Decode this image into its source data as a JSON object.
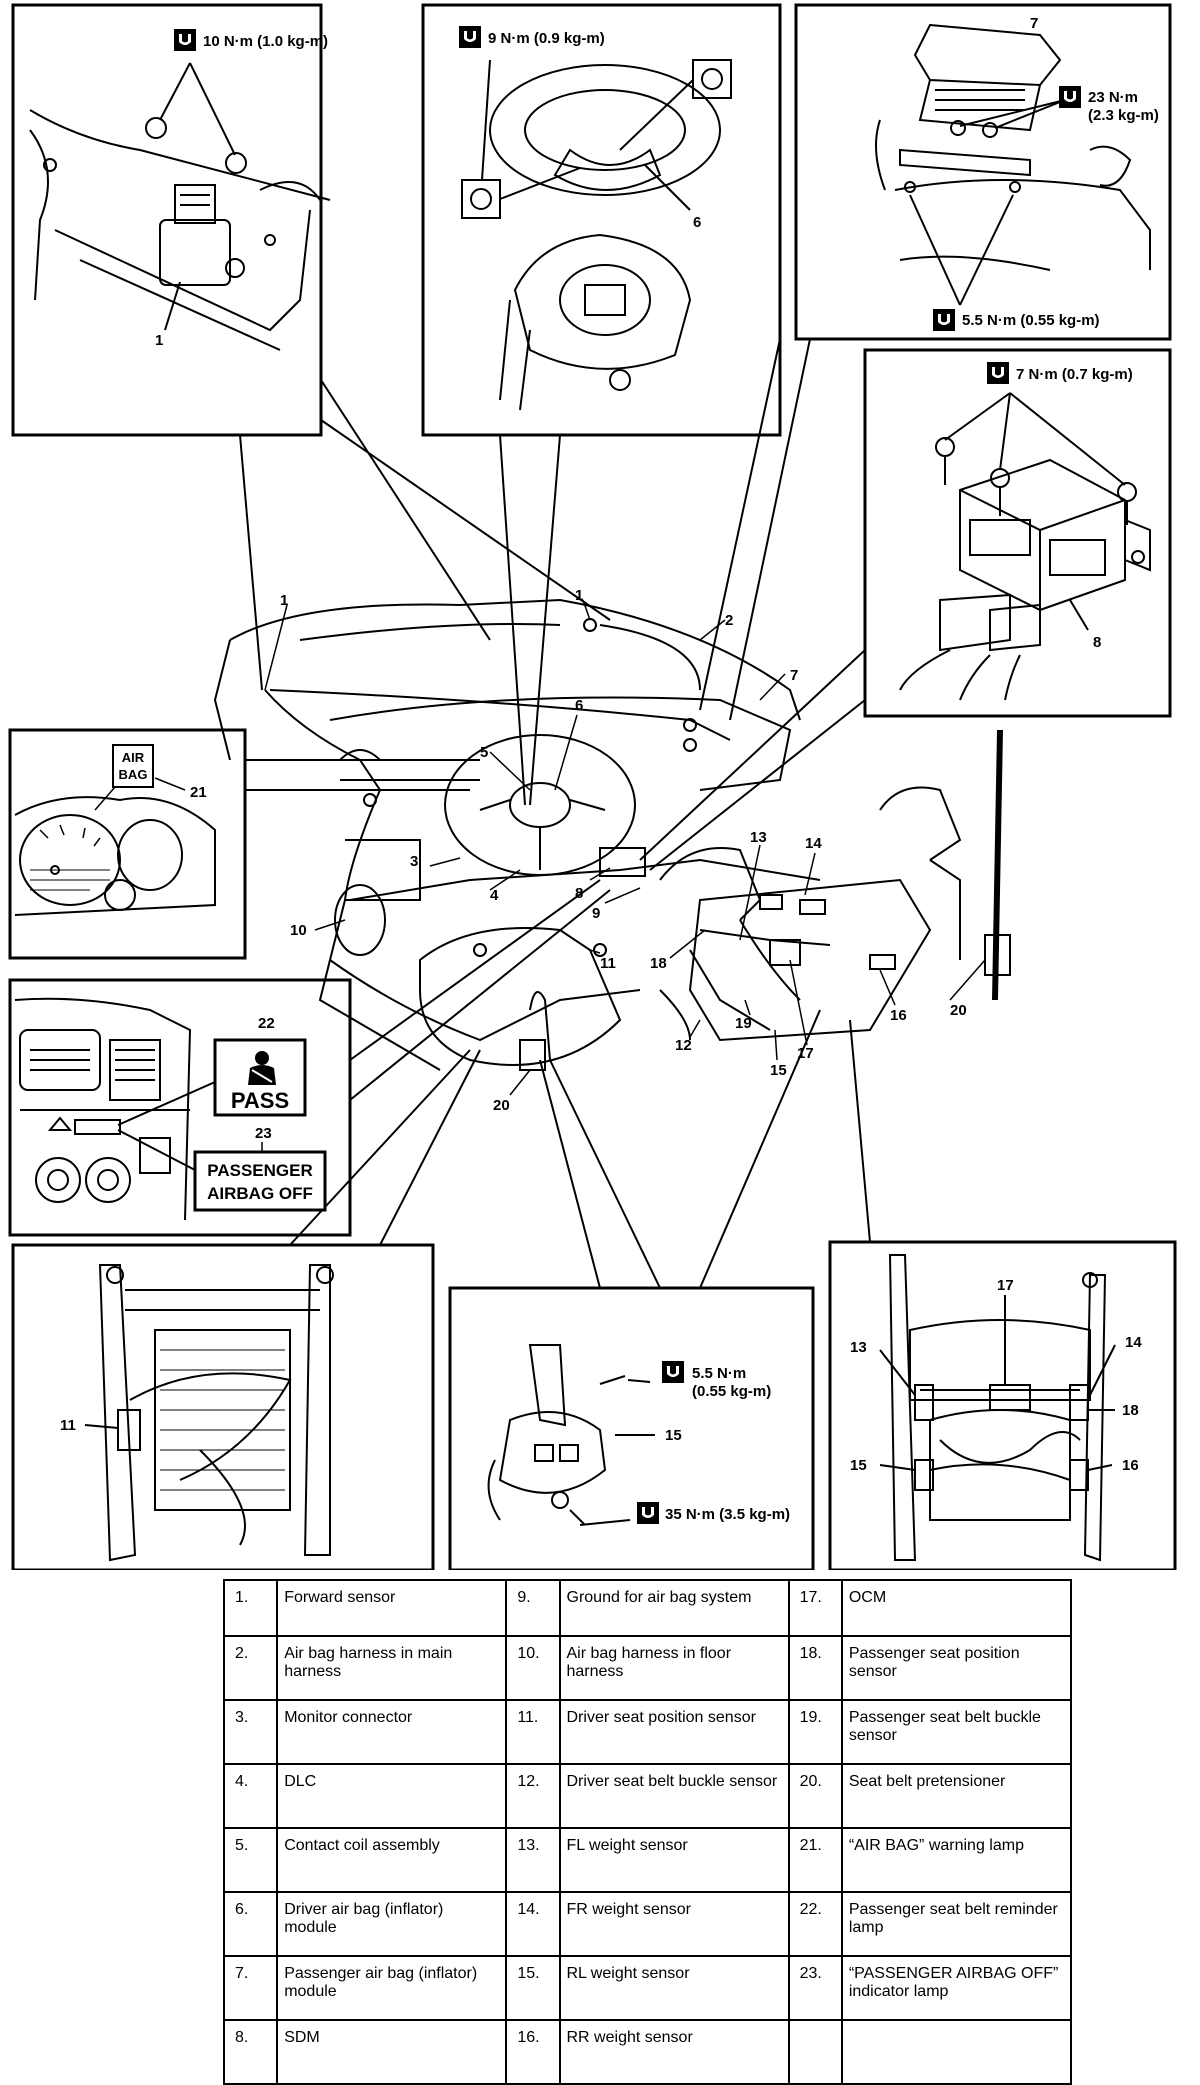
{
  "torque_specs": {
    "forward_sensor_bolt": "10 N·m (1.0 kg-m)",
    "steering_wheel_bolt": "9 N·m (0.9 kg-m)",
    "passenger_module_bolt": "23 N·m\n(2.3 kg-m)",
    "passenger_bracket_bolt": "5.5 N·m (0.55 kg-m)",
    "sdm_bolt": "7 N·m (0.7 kg-m)",
    "seat_belt_small_bolt": "5.5 N·m\n(0.55 kg-m)",
    "pretensioner_bolt": "35 N·m (3.5 kg-m)"
  },
  "callouts": {
    "c1": "1",
    "c2": "2",
    "c3": "3",
    "c4": "4",
    "c5": "5",
    "c6": "6",
    "c7": "7",
    "c8": "8",
    "c9": "9",
    "c10": "10",
    "c11": "11",
    "c12": "12",
    "c13": "13",
    "c14": "14",
    "c15": "15",
    "c16": "16",
    "c17": "17",
    "c18": "18",
    "c19": "19",
    "c20": "20",
    "c21": "21",
    "c22": "22",
    "c23": "23"
  },
  "lamps": {
    "airbag_line1": "AIR",
    "airbag_line2": "BAG",
    "pass": "PASS",
    "pass_airbag_off_line1": "PASSENGER",
    "pass_airbag_off_line2": "AIRBAG OFF"
  },
  "legend": [
    [
      {
        "num": "1.",
        "text": "Forward sensor"
      },
      {
        "num": "9.",
        "text": "Ground for air bag  system"
      },
      {
        "num": "17.",
        "text": "OCM"
      }
    ],
    [
      {
        "num": "2.",
        "text": "Air bag harness in main harness"
      },
      {
        "num": "10.",
        "text": "Air bag harness in floor harness"
      },
      {
        "num": "18.",
        "text": "Passenger seat position sensor"
      }
    ],
    [
      {
        "num": "3.",
        "text": "Monitor connector"
      },
      {
        "num": "11.",
        "text": "Driver seat position sensor"
      },
      {
        "num": "19.",
        "text": "Passenger seat belt buckle sensor"
      }
    ],
    [
      {
        "num": "4.",
        "text": "DLC"
      },
      {
        "num": "12.",
        "text": "Driver seat belt buckle sensor"
      },
      {
        "num": "20.",
        "text": "Seat belt pretensioner"
      }
    ],
    [
      {
        "num": "5.",
        "text": "Contact coil assembly"
      },
      {
        "num": "13.",
        "text": "FL weight sensor"
      },
      {
        "num": "21.",
        "text": "“AIR BAG” warning lamp"
      }
    ],
    [
      {
        "num": "6.",
        "text": "Driver air bag (inflator) module"
      },
      {
        "num": "14.",
        "text": "FR weight sensor"
      },
      {
        "num": "22.",
        "text": "Passenger seat belt reminder lamp"
      }
    ],
    [
      {
        "num": "7.",
        "text": "Passenger air bag (inflator) module"
      },
      {
        "num": "15.",
        "text": "RL weight sensor"
      },
      {
        "num": "23.",
        "text": "“PASSENGER AIRBAG OFF” indicator lamp"
      }
    ],
    [
      {
        "num": "8.",
        "text": "SDM"
      },
      {
        "num": "16.",
        "text": "RR weight sensor"
      },
      {
        "num": "",
        "text": ""
      }
    ]
  ]
}
